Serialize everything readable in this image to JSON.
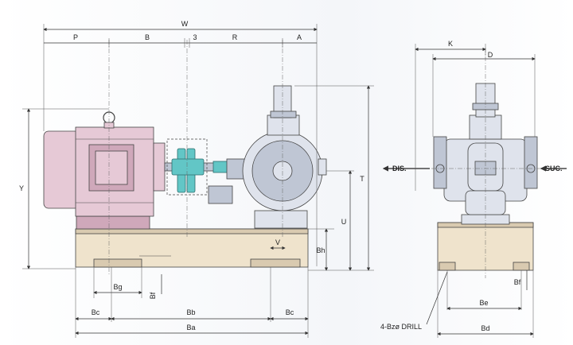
{
  "labels": {
    "W": "W",
    "P": "P",
    "B": "B",
    "three": "3",
    "R": "R",
    "A": "A",
    "K": "K",
    "D": "D",
    "Y": "Y",
    "T": "T",
    "U": "U",
    "Bh": "Bh",
    "V": "V",
    "Bg": "Bg",
    "Bf_small": "Bf",
    "Bc_left": "Bc",
    "Bb": "Bb",
    "Bc_right": "Bc",
    "Ba": "Ba",
    "Be": "Be",
    "Bf": "Bf",
    "Bd": "Bd",
    "dis": "DIS.",
    "suc": "SUC.",
    "drill": "4-Bzø DRILL"
  },
  "colors": {
    "motor": "#e6c9d6",
    "pump": "#dfe3ec",
    "base": "#efe3cc",
    "coupling": "#62c6c6"
  }
}
